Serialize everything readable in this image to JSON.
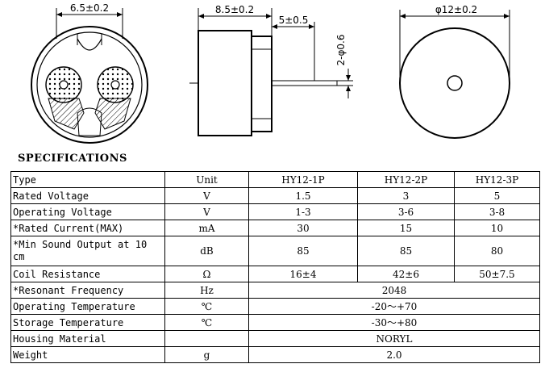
{
  "drawings": {
    "bottom_view": {
      "dim_label": "6.5±0.2"
    },
    "side_view": {
      "body_dim_label": "8.5±0.2",
      "pin_dim_label": "5±0.5",
      "pin_dia_label": "2-φ0.6"
    },
    "top_view": {
      "dia_label": "φ12±0.2"
    }
  },
  "specifications": {
    "title": "SPECIFICATIONS",
    "header": [
      "Type",
      "Unit",
      "HY12-1P",
      "HY12-2P",
      "HY12-3P"
    ],
    "rows": [
      {
        "param": "Rated Voltage",
        "unit": "V",
        "values": [
          "1.5",
          "3",
          "5"
        ]
      },
      {
        "param": "Operating Voltage",
        "unit": "V",
        "values": [
          "1-3",
          "3-6",
          "3-8"
        ]
      },
      {
        "param": "*Rated Current(MAX)",
        "unit": "mA",
        "values": [
          "30",
          "15",
          "10"
        ]
      },
      {
        "param": "*Min Sound Output at 10 cm",
        "unit": "dB",
        "values": [
          "85",
          "85",
          "80"
        ]
      },
      {
        "param": "Coil Resistance",
        "unit": "Ω",
        "values": [
          "16±4",
          "42±6",
          "50±7.5"
        ]
      },
      {
        "param": "*Resonant Frequency",
        "unit": "Hz",
        "value": "2048"
      },
      {
        "param": "Operating Temperature",
        "unit": "℃",
        "value": "-20～+70"
      },
      {
        "param": "Storage Temperature",
        "unit": "℃",
        "value": "-30～+80"
      },
      {
        "param": "Housing Material",
        "unit": "",
        "value": "NORYL"
      },
      {
        "param": "Weight",
        "unit": "g",
        "value": "2.0"
      }
    ]
  }
}
